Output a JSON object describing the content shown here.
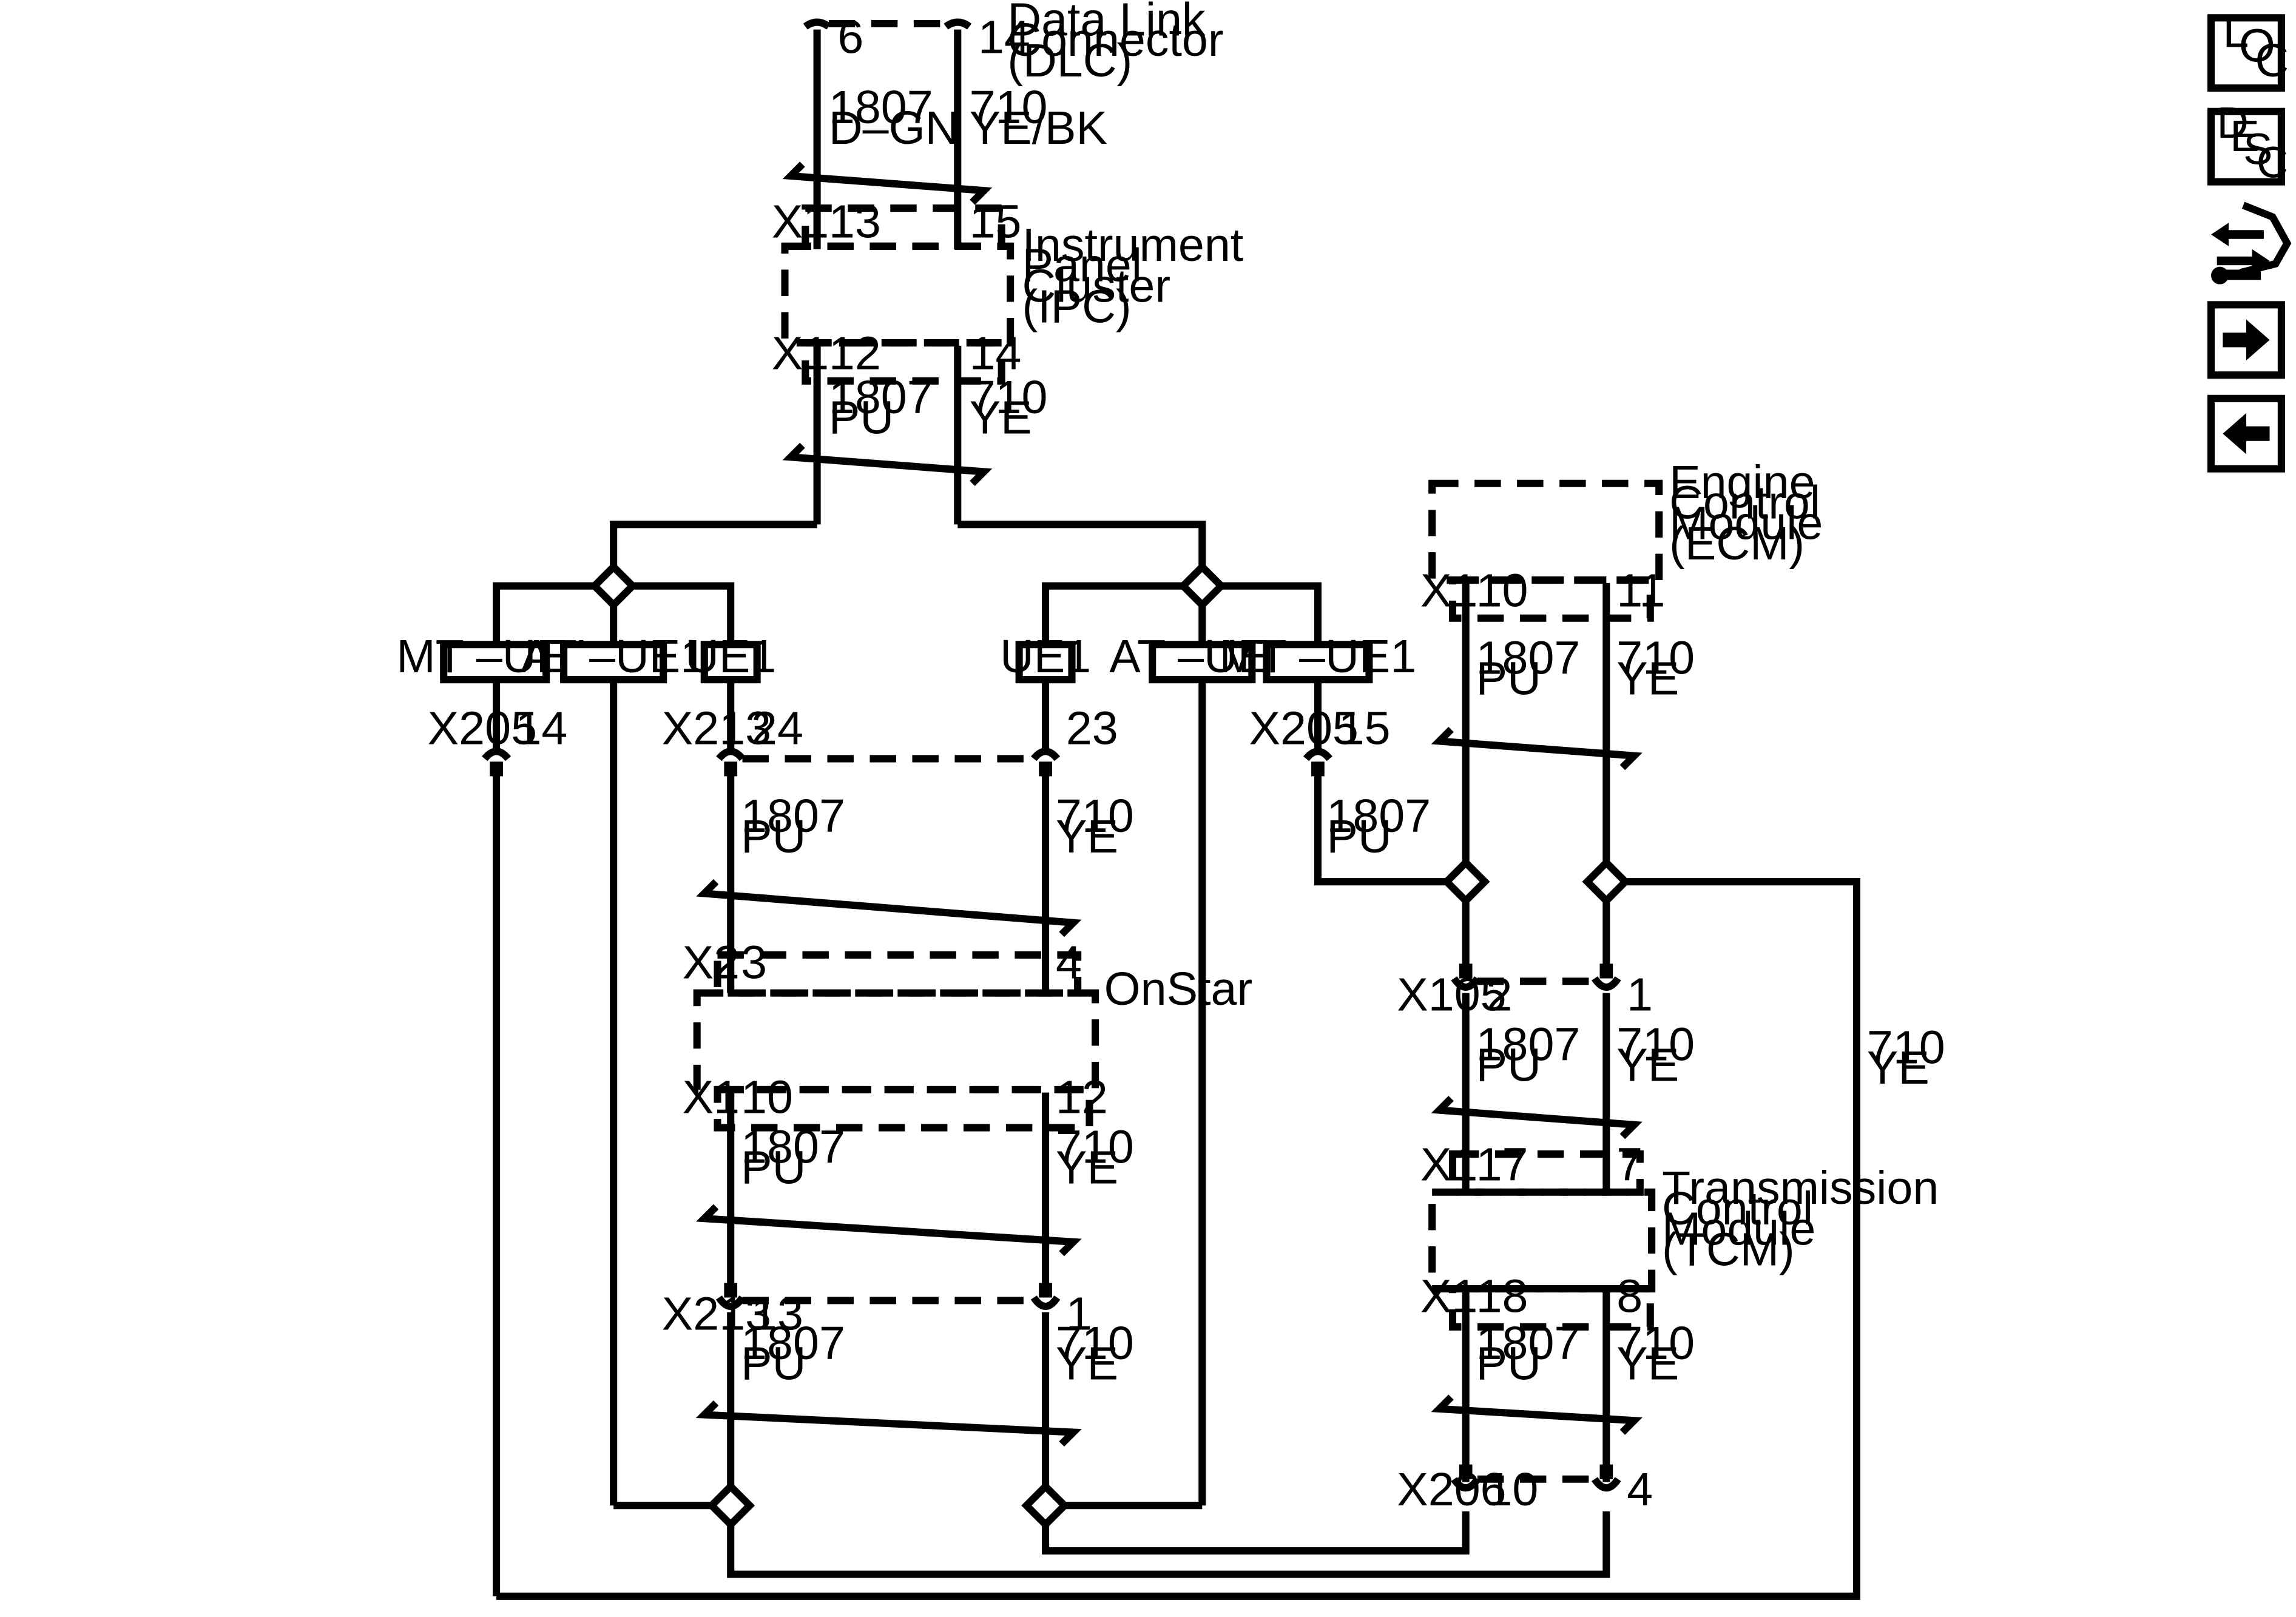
{
  "colors": {
    "line": "#000000",
    "background": "#ffffff"
  },
  "dlc": {
    "pin_a": "6",
    "pin_b": "14",
    "name_1": "Data Link",
    "name_2": "Connector",
    "name_3": "(DLC)"
  },
  "wires": {
    "dlc_a_num": "1807",
    "dlc_a_color": "D–GN",
    "dlc_b_num": "710",
    "dlc_b_color": "YE/BK",
    "pu_num": "1807",
    "pu_color": "PU",
    "ye_num": "710",
    "ye_color": "YE"
  },
  "ipc": {
    "conn": "X1",
    "pin_in_a": "13",
    "pin_in_b": "15",
    "pin_out_a": "12",
    "pin_out_b": "14",
    "name_1": "Instrument",
    "name_2": "Panel",
    "name_3": "Cluster",
    "name_4": "(IPC)"
  },
  "options": {
    "mt_ue1": "MT –UE1",
    "at_ue1": "AT –UE1",
    "ue1": "UE1"
  },
  "x205": {
    "name": "X205",
    "pin_left": "14",
    "pin_right": "15"
  },
  "x213_top": {
    "name": "X213",
    "pin_a": "24",
    "pin_b": "23"
  },
  "onstar": {
    "name": "OnStar",
    "conn_top": "X2",
    "pin_top_a": "3",
    "pin_top_b": "4",
    "conn_bot": "X1",
    "pin_bot_a": "10",
    "pin_bot_b": "12"
  },
  "x213_bot": {
    "name": "X213",
    "pin_a": "13",
    "pin_b": "1"
  },
  "ecm": {
    "conn": "X1",
    "pin_a": "10",
    "pin_b": "11",
    "name_1": "Engine",
    "name_2": "Control",
    "name_3": "Module",
    "name_4": "(ECM)"
  },
  "x105": {
    "name": "X105",
    "pin_a": "2",
    "pin_b": "1"
  },
  "tcm": {
    "conn_top": "X1",
    "pin_top_a": "17",
    "pin_top_b": "7",
    "conn_bot": "X1",
    "pin_bot_a": "18",
    "pin_bot_b": "8",
    "name_1": "Transmission",
    "name_2": "Control",
    "name_3": "Module",
    "name_4": "(TCM)"
  },
  "x206": {
    "name": "X206",
    "pin_a": "10",
    "pin_b": "4"
  },
  "sidebar": {
    "loc": {
      "l1": "L",
      "l2": "O",
      "l3": "C"
    },
    "desc": {
      "l1": "D",
      "l2": "E",
      "l3": "S",
      "l4": "C"
    },
    "icons": [
      "loc-icon",
      "desc-icon",
      "connector-wrench-icon",
      "arrow-right-icon",
      "arrow-left-icon"
    ]
  }
}
